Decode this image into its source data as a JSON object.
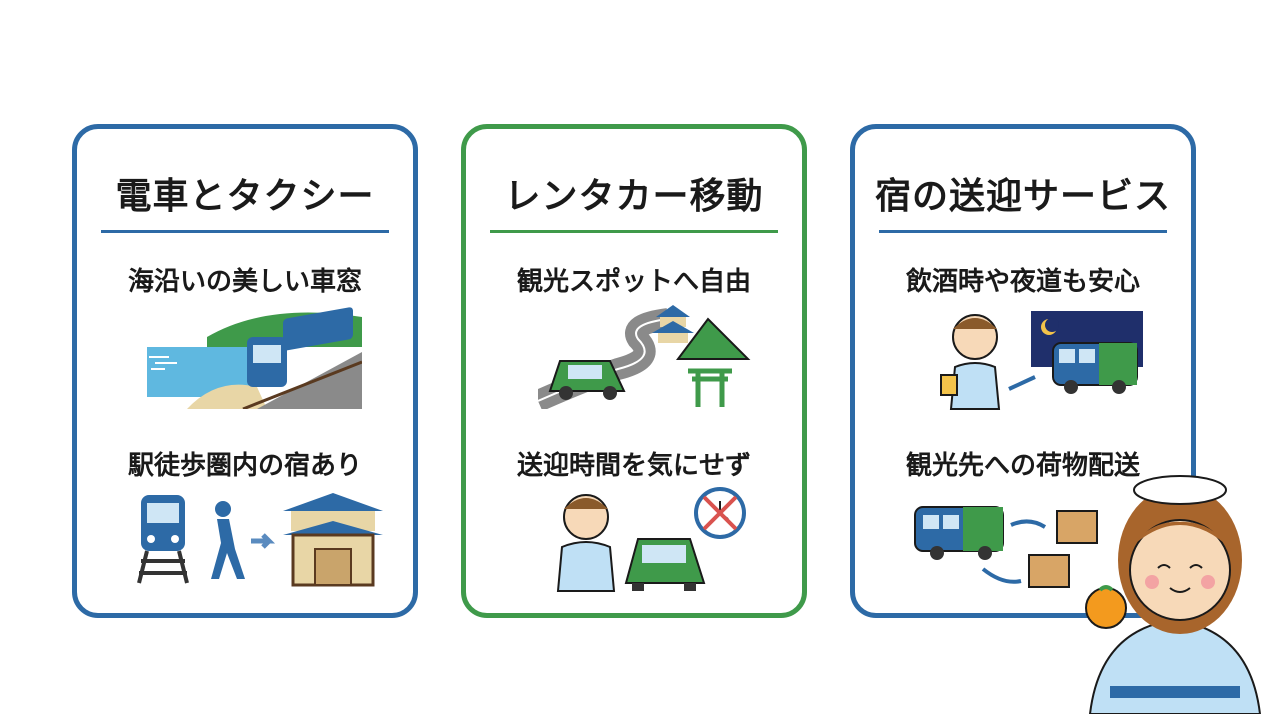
{
  "cards": [
    {
      "title": "電車とタクシー",
      "features": [
        "海沿いの美しい車窓",
        "駅徒歩圏内の宿あり"
      ]
    },
    {
      "title": "レンタカー移動",
      "features": [
        "観光スポットへ自由",
        "送迎時間を気にせず"
      ]
    },
    {
      "title": "宿の送迎サービス",
      "features": [
        "飲酒時や夜道も安心",
        "観光先への荷物配送"
      ]
    }
  ],
  "colors": {
    "blue": "#2d6aa6",
    "green": "#3f9a4a"
  }
}
